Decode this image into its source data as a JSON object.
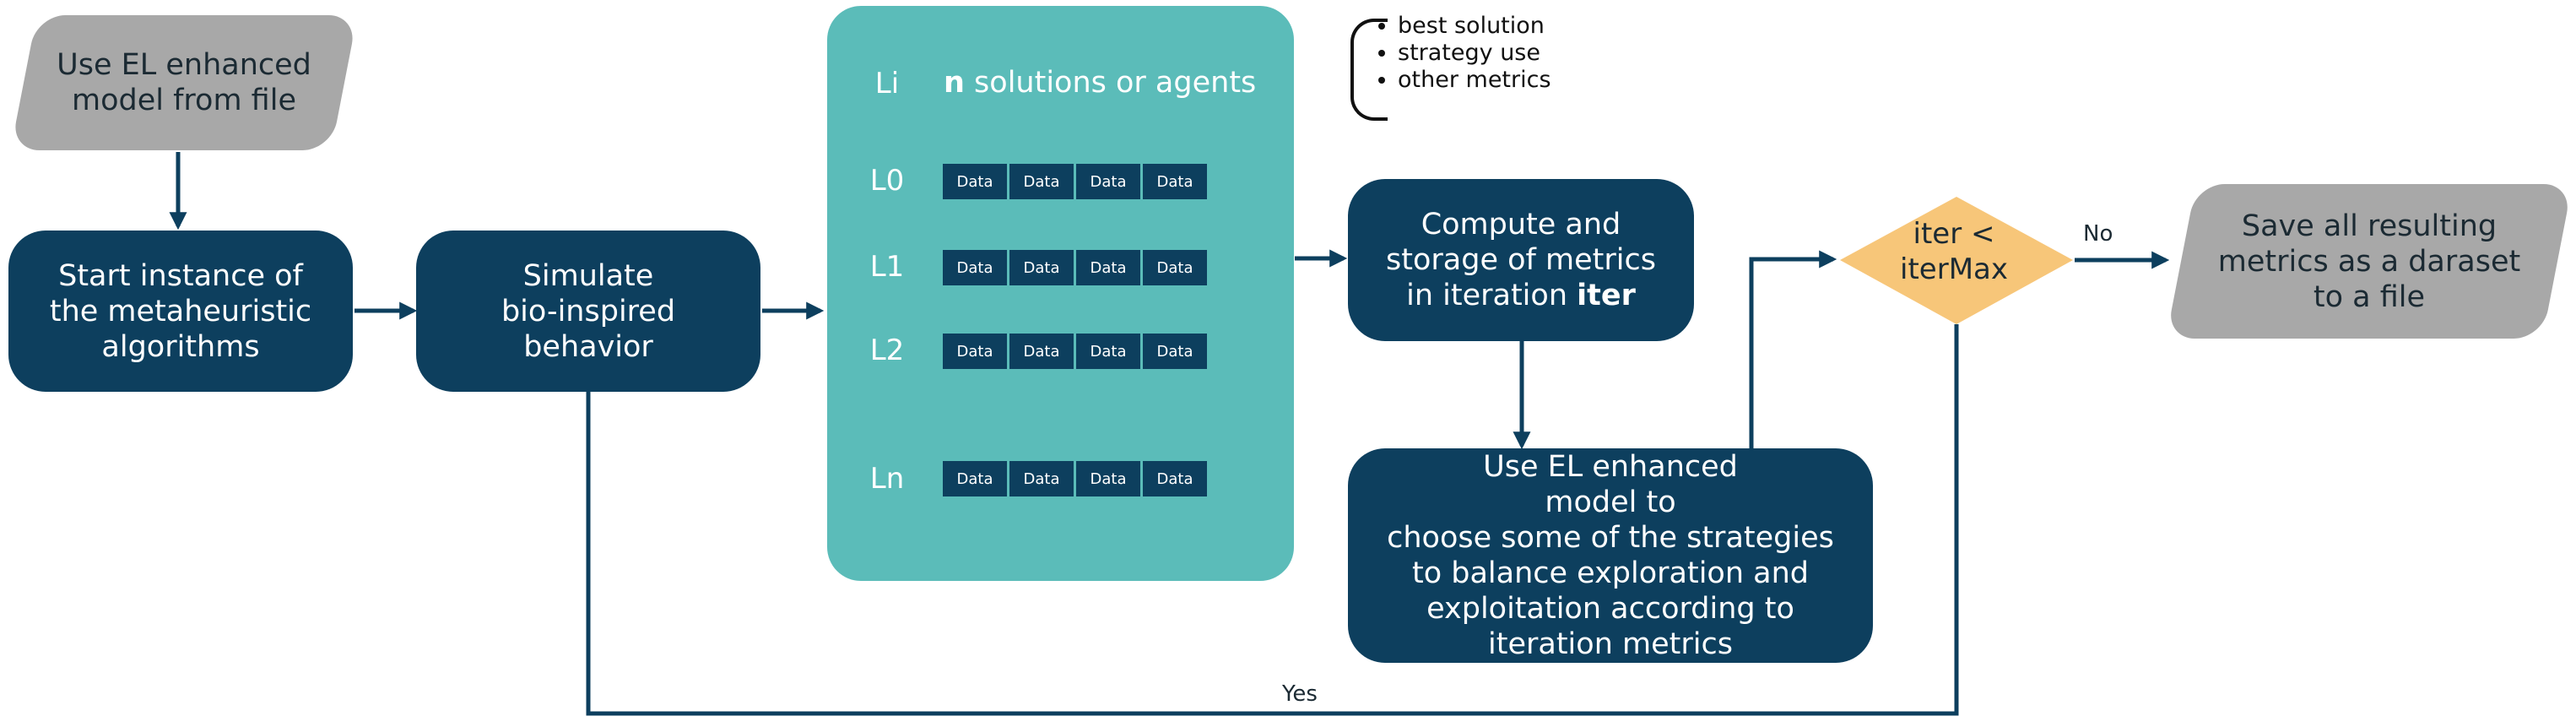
{
  "nodes": {
    "input": "Use EL enhanced\nmodel from file",
    "start": "Start instance of\nthe metaheuristic\nalgorithms",
    "simulate": "Simulate\nbio-inspired\nbehavior",
    "compute_prefix": "Compute and\nstorage of metrics\nin iteration ",
    "compute_bold": "iter",
    "use_model": "Use EL enhanced\nmodel to\nchoose some of the strategies\nto balance exploration and\nexploitation according to\niteration metrics",
    "decision": "iter <\niterMax",
    "output": "Save all resulting\nmetrics as a daraset\nto a file"
  },
  "population": {
    "header_label": "Li",
    "solutions_bold": "n",
    "solutions_text": " solutions or agents",
    "rows": [
      {
        "label": "L0",
        "cells": [
          "Data",
          "Data",
          "Data",
          "Data"
        ]
      },
      {
        "label": "L1",
        "cells": [
          "Data",
          "Data",
          "Data",
          "Data"
        ]
      },
      {
        "label": "L2",
        "cells": [
          "Data",
          "Data",
          "Data",
          "Data"
        ]
      },
      {
        "label": "Ln",
        "cells": [
          "Data",
          "Data",
          "Data",
          "Data"
        ]
      }
    ]
  },
  "metrics_note": [
    "best solution",
    "strategy use",
    "other metrics"
  ],
  "edges": {
    "no": "No",
    "yes": "Yes"
  },
  "colors": {
    "dark": "#0d3f5e",
    "teal": "#5bbcb9",
    "gray": "#a8a8a8",
    "diamond": "#f7c679"
  }
}
